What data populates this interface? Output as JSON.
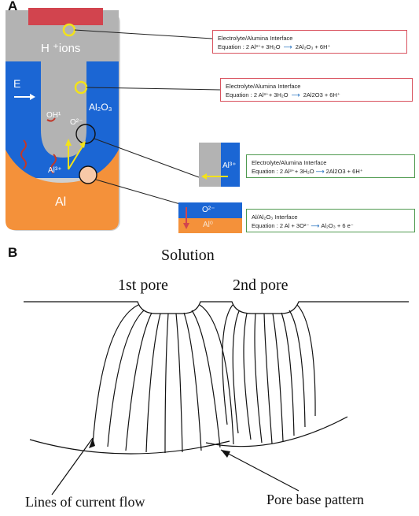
{
  "panel_a": {
    "label": "A",
    "h_ions": "H ⁺ions",
    "e_label": "E",
    "oh": "OH¹",
    "o_minus": "O²⁻",
    "al2o3": "Al₂O₃",
    "al3": "Al³⁺",
    "al": "Al",
    "inset_al3": "Al³⁺",
    "inset_o2": "O²⁻",
    "inset_al0": "Al⁰",
    "boxes": [
      {
        "title": "Electrolyte/Alumina Interface",
        "eq_left": "Equation :  2 Al³⁺+ 3H₂O",
        "eq_right": "2Al₂O₃ + 6H⁺"
      },
      {
        "title": "Electrolyte/Alumina Interface",
        "eq_left": "Equation :  2 Al³⁺+ 3H₂O",
        "eq_right": "2Al2O3 + 6H⁺"
      },
      {
        "title": "Electrolyte/Alumina Interface",
        "eq_left": "Equation :  2 Al³⁺+ 3H₂O",
        "eq_right": "2Al2O3 + 6H⁺"
      },
      {
        "title": "Al/Al₂O₃ Interface",
        "eq_left": "Equation :  2 Al + 3O²⁻",
        "eq_right": "Al₂O₃ + 6 e⁻"
      }
    ],
    "colors": {
      "gray": "#b3b3b3",
      "blue": "#1b66d4",
      "orange": "#f4913a",
      "red_bar": "#d2444e",
      "yellow": "#f2e21a"
    }
  },
  "panel_b": {
    "label": "B",
    "solution": "Solution",
    "pore1": "1st pore",
    "pore2": "2nd pore",
    "current_lines": "Lines of current flow",
    "base_pattern": "Pore base pattern"
  }
}
